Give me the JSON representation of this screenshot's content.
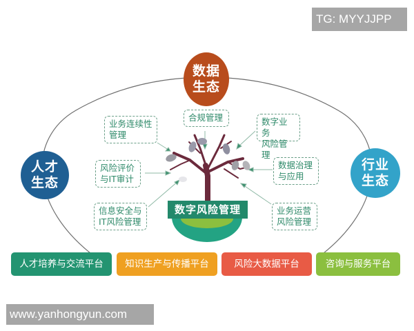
{
  "watermarks": {
    "top": "TG: MYYJJPP",
    "bottom": "www.yanhongyun.com"
  },
  "ecosystems": [
    {
      "id": "data",
      "label": "数据\n生态",
      "line1": "数据",
      "line2": "生态",
      "color": "#b84c1c"
    },
    {
      "id": "talent",
      "label": "人才\n生态",
      "line1": "人才",
      "line2": "生态",
      "color": "#1f5f93"
    },
    {
      "id": "industry",
      "label": "行业\n生态",
      "line1": "行业",
      "line2": "生态",
      "color": "#33a3c9"
    }
  ],
  "center": {
    "title": "数字风险管理",
    "banner_color": "#23896b"
  },
  "domains": [
    {
      "label": "业务连续性\n管理"
    },
    {
      "label": "合规管理"
    },
    {
      "label": "数字业务\n风险管理"
    },
    {
      "label": "风险评价\n与IT审计"
    },
    {
      "label": "数据治理\n与应用"
    },
    {
      "label": "信息安全与\nIT风险管理"
    },
    {
      "label": "业务运营\n风险管理"
    }
  ],
  "platforms": [
    {
      "label": "人才培养与交流平台",
      "color": "#239471"
    },
    {
      "label": "知识生产与传播平台",
      "color": "#efa021"
    },
    {
      "label": "风险大数据平台",
      "color": "#e85b45"
    },
    {
      "label": "咨询与服务平台",
      "color": "#8bbf3f"
    }
  ]
}
